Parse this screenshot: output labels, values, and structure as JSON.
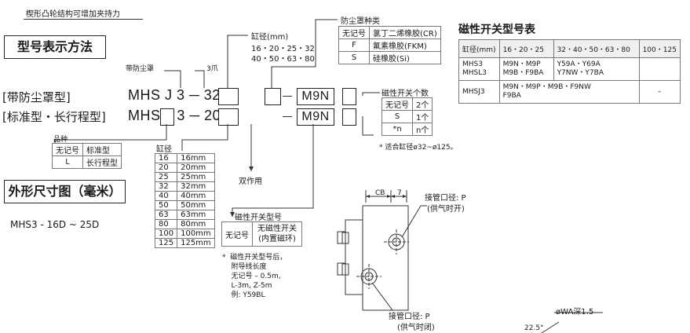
{
  "header": {
    "note": "楔形凸轮结构可增加夹持力"
  },
  "section_titles": {
    "model_code": "型号表示方法",
    "dimensions": "外形尺寸图（毫米）"
  },
  "model_lines": {
    "dust_cover_type": "[带防尘罩型]",
    "standard_long_type": "[标准型・长行程型]",
    "code_a": "MHS J 3 ─ 32 D",
    "code_b": "MHS L 3 ─ 20 D",
    "switch_a": "M9N",
    "switch_b": "M9N"
  },
  "callouts": {
    "with_dust_cover": "带防尘罩",
    "three_jaw": "3爪",
    "bore_title": "缸径(mm)",
    "bore_values_1": "16・20・25・32",
    "bore_values_2": "40・50・63・80",
    "dust_cover_kind": "防尘罩种类",
    "switch_count": "磁性开关个数",
    "bore_note": "*  适合缸径ø32~ø125。",
    "double_acting": "双作用",
    "switch_model": "磁性开关型号",
    "switch_note": "*  磁性开关型号后，\n    附导线长度\n    无记号 – 0.5m,\n    L-3m, Z-5m\n    例: Y59BL",
    "variety": "品种",
    "bore": "缸径"
  },
  "dust_cover_table": [
    [
      "无记号",
      "氯丁二烯橡胶(CR)"
    ],
    [
      "F",
      "氟素橡胶(FKM)"
    ],
    [
      "S",
      "硅橡胶(Si)"
    ]
  ],
  "switch_count_table": [
    [
      "无记号",
      "2个"
    ],
    [
      "S",
      "1个"
    ],
    [
      "*n",
      "n个"
    ]
  ],
  "variety_table": [
    [
      "无记号",
      "标准型"
    ],
    [
      "L",
      "长行程型"
    ]
  ],
  "bore_table": [
    [
      "16",
      "16mm"
    ],
    [
      "20",
      "20mm"
    ],
    [
      "25",
      "25mm"
    ],
    [
      "32",
      "32mm"
    ],
    [
      "40",
      "40mm"
    ],
    [
      "50",
      "50mm"
    ],
    [
      "63",
      "63mm"
    ],
    [
      "80",
      "80mm"
    ],
    [
      "100",
      "100mm"
    ],
    [
      "125",
      "125mm"
    ]
  ],
  "switch_model_table": {
    "key": "无记号",
    "value_1": "无磁性开关",
    "value_2": "(内置磁环)"
  },
  "switch_select": {
    "title": "磁性开关型号表",
    "headers": [
      "缸径(mm)",
      "16・20・25",
      "32・40・50・63・80",
      "100・125"
    ],
    "row1": {
      "model_1": "MHS3",
      "model_2": "MHSL3",
      "c1_1": "M9N・M9P",
      "c1_2": "M9B・F9BA",
      "c2_1": "Y59A・Y69A",
      "c2_2": "Y7NW・Y7BA",
      "c3": ""
    },
    "row2": {
      "model": "MHSJ3",
      "c1_1": "M9N・M9P・M9B・F9NW",
      "c1_2": "F9BA",
      "c3": "–"
    }
  },
  "dimension_drawing": {
    "model_range": "MHS3 - 16D ~ 25D",
    "cb_label": "CB",
    "dim_7": "7",
    "port_top_1": "接管口径: P",
    "port_top_2": "(供气时开)",
    "port_bottom_1": "接管口径: P",
    "port_bottom_2": "(供气时闭)",
    "wa_label": "øWA深1.5",
    "angle_label": "22.5°"
  }
}
